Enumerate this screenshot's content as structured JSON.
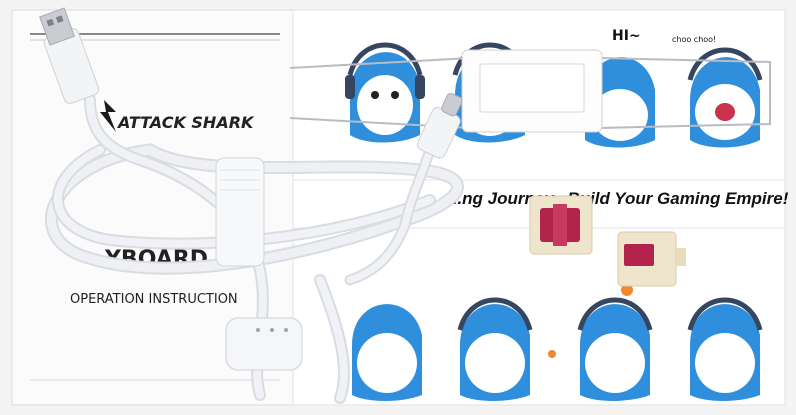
{
  "manual": {
    "brand": "ATTACK SHARK",
    "partial_title": "YBOARD",
    "instruction": "OPERATION INSTRUCTION"
  },
  "sticker_sheet": {
    "slogan": "...ng Journey...Build Your Gaming Empire!",
    "bubble_hi": "HI~",
    "bubble_choo": "choo choo!"
  },
  "colors": {
    "shark_blue": "#2f8fdc",
    "headphone": "#374660",
    "switch_stem": "#b2244c",
    "switch_housing": "#efe5cc",
    "cable": "#eef0f4"
  }
}
